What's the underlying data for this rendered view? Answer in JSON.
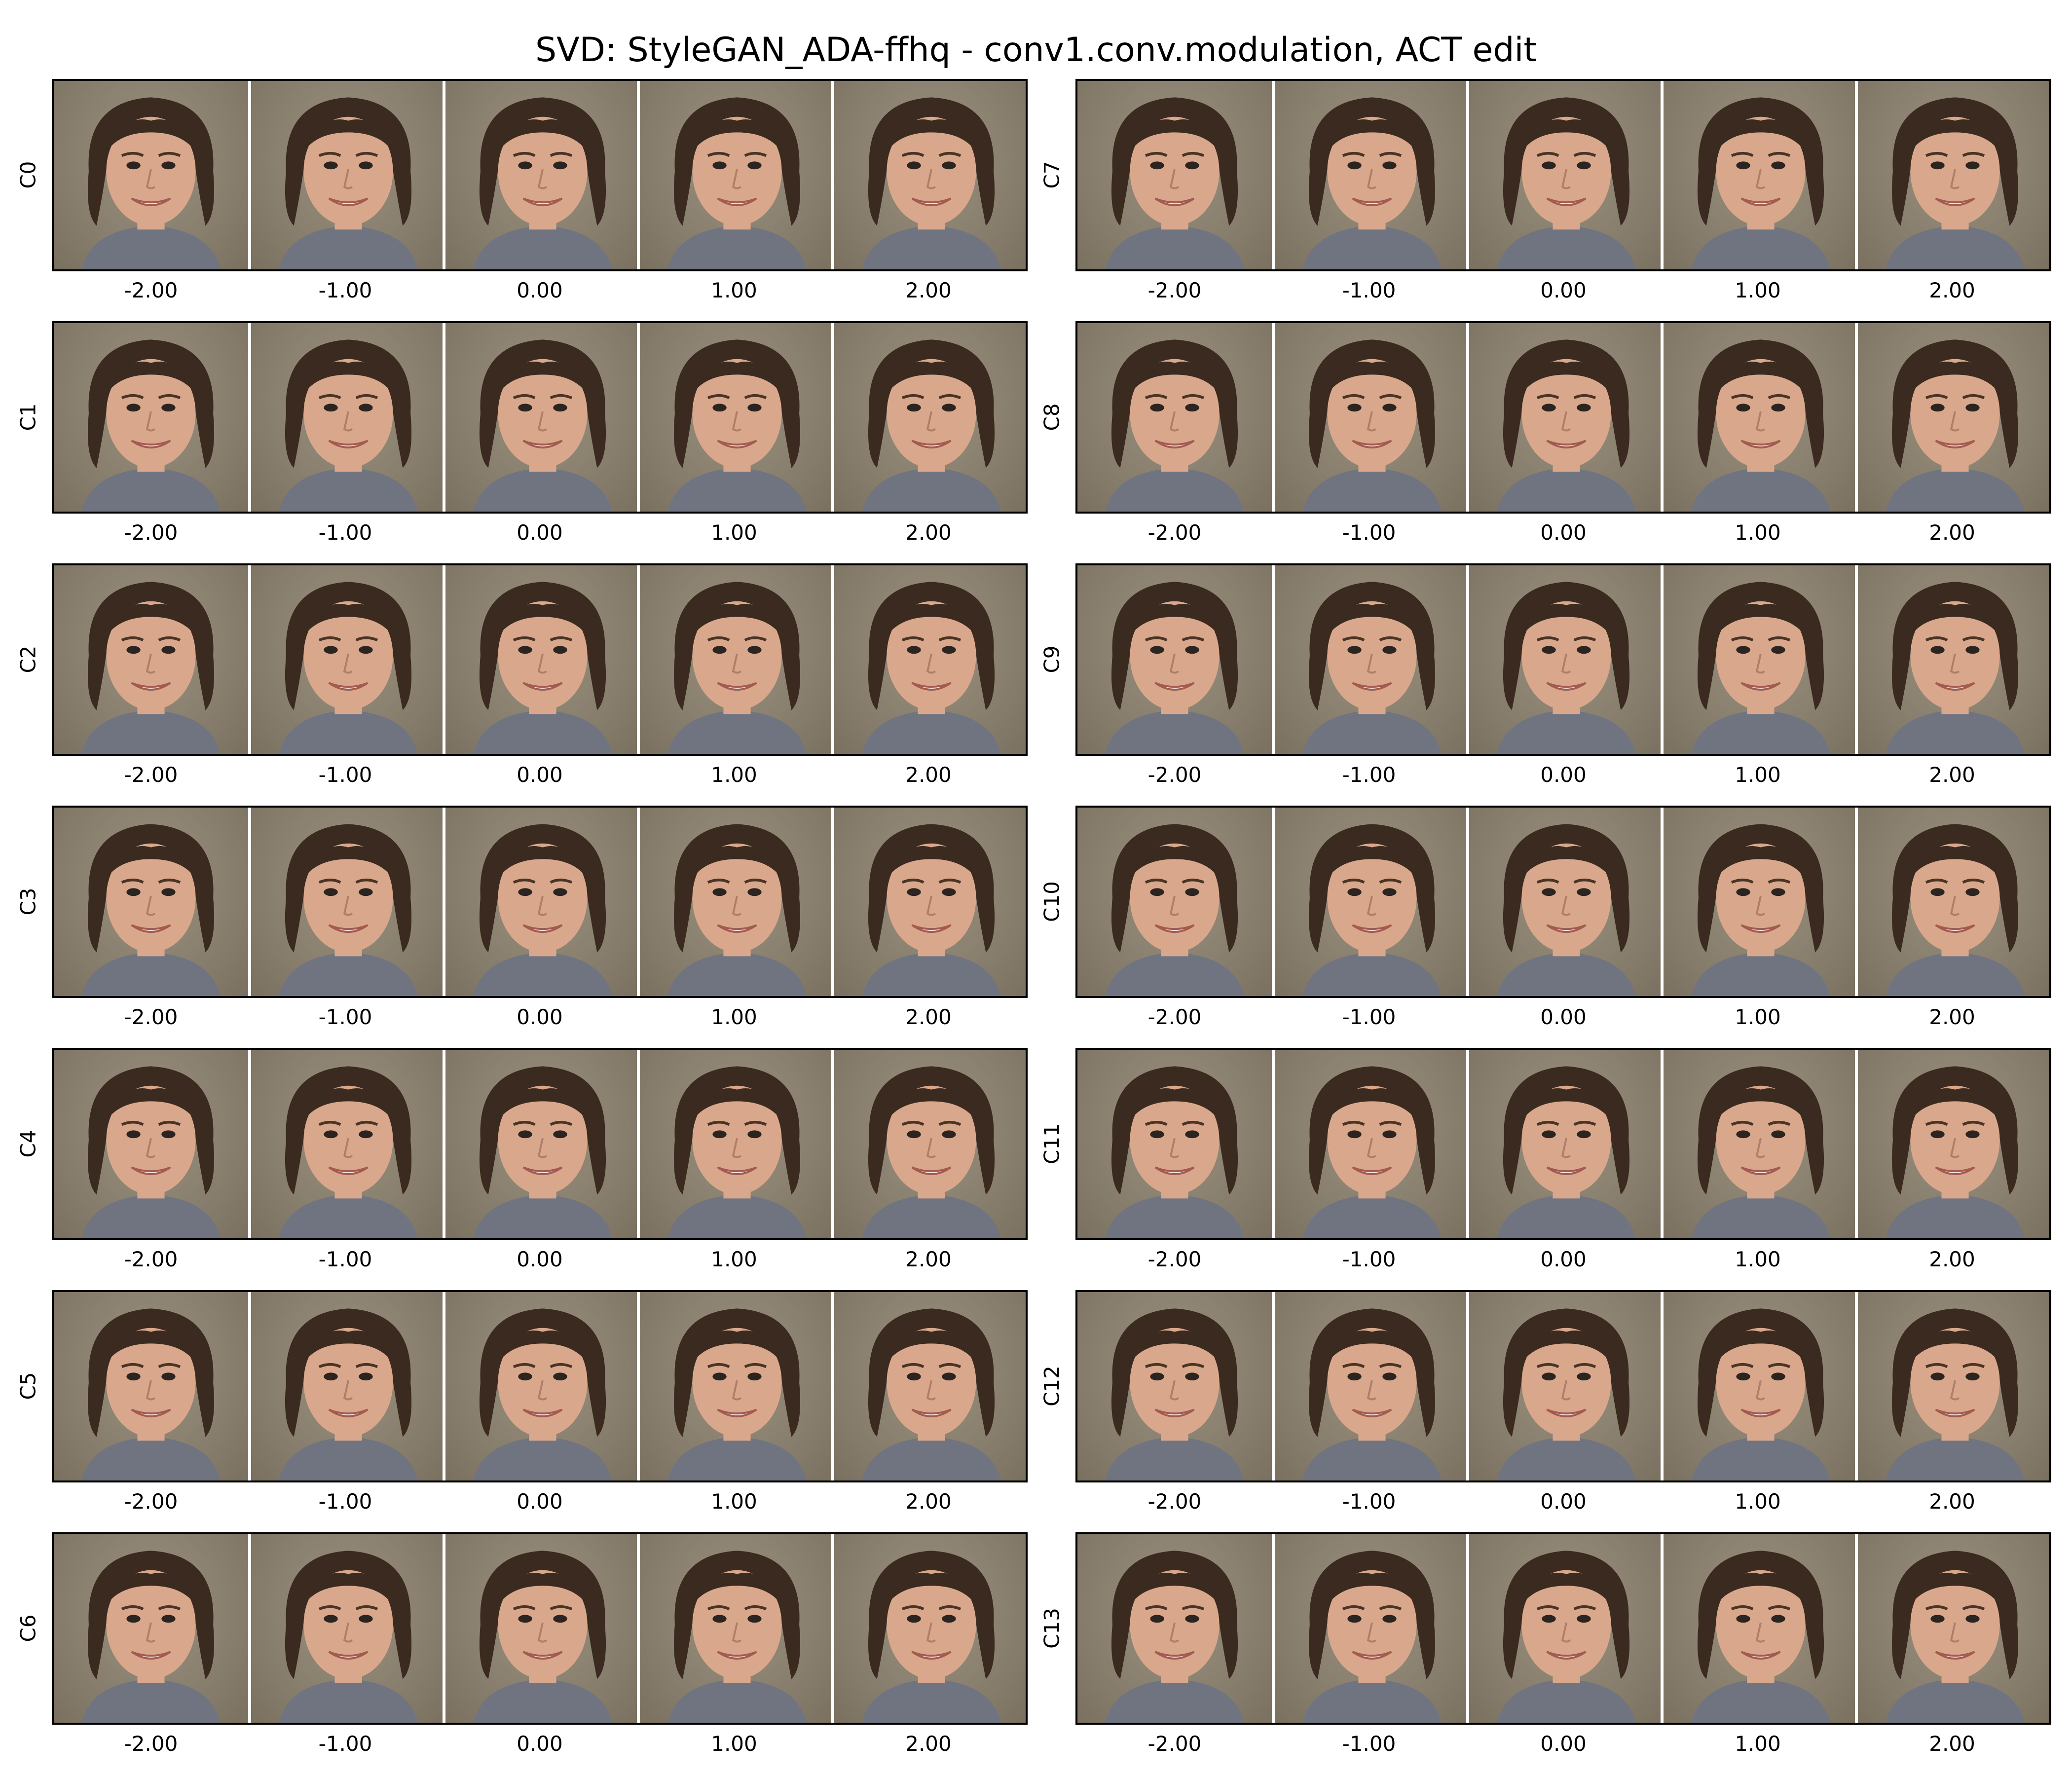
{
  "title": "SVD: StyleGAN_ADA-ffhq - conv1.conv.modulation, ACT edit",
  "columns": [
    {
      "rows": [
        {
          "label": "C0"
        },
        {
          "label": "C1"
        },
        {
          "label": "C2"
        },
        {
          "label": "C3"
        },
        {
          "label": "C4"
        },
        {
          "label": "C5"
        },
        {
          "label": "C6"
        }
      ]
    },
    {
      "rows": [
        {
          "label": "C7"
        },
        {
          "label": "C8"
        },
        {
          "label": "C9"
        },
        {
          "label": "C10"
        },
        {
          "label": "C11"
        },
        {
          "label": "C12"
        },
        {
          "label": "C13"
        }
      ]
    }
  ],
  "ticks": [
    "-2.00",
    "-1.00",
    "0.00",
    "1.00",
    "2.00"
  ],
  "colors": {
    "background": "#ffffff",
    "photo_background": "#8f8574",
    "hair": "#3b2a1f",
    "skin": "#d9a88c",
    "shirt": "#6f7480"
  }
}
